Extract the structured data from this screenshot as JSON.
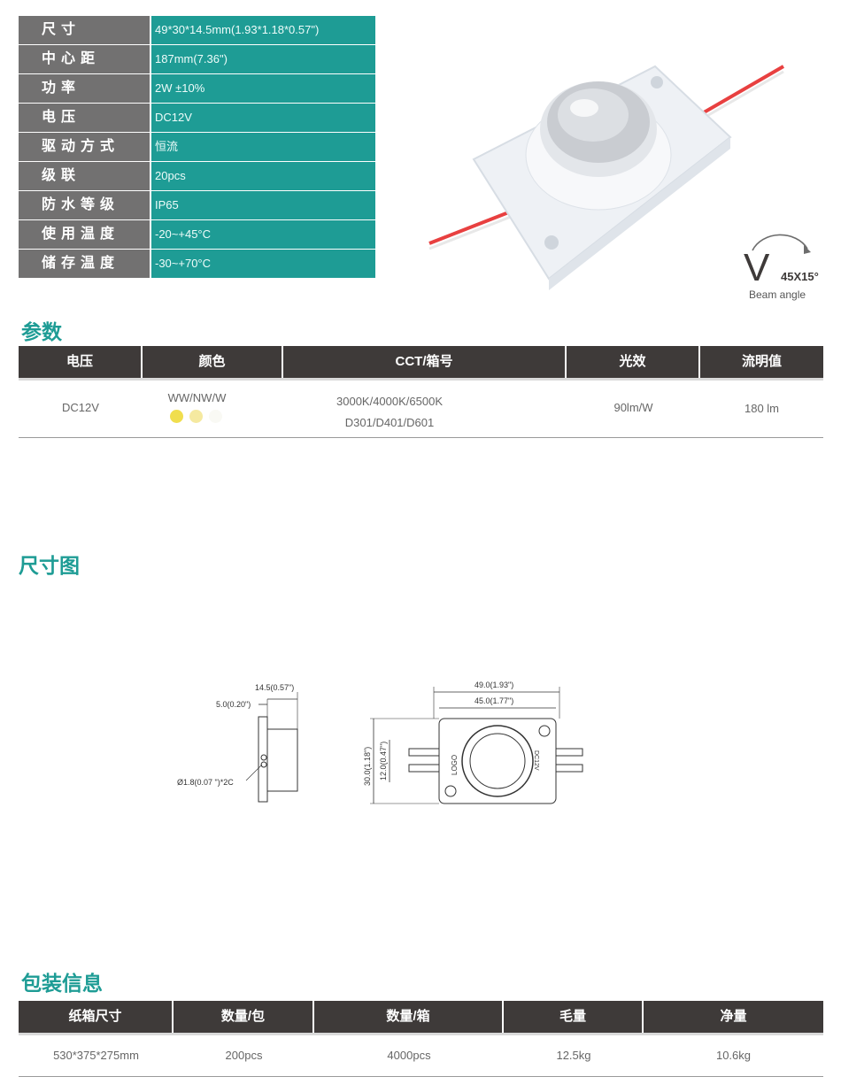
{
  "specs": [
    {
      "label": "尺寸",
      "value": "49*30*14.5mm(1.93*1.18*0.57\")"
    },
    {
      "label": "中心距",
      "value": "187mm(7.36\")"
    },
    {
      "label": "功率",
      "value": " 2W ±10%"
    },
    {
      "label": "电压",
      "value": "DC12V"
    },
    {
      "label": "驱动方式",
      "value": "恒流"
    },
    {
      "label": "级联",
      "value": "20pcs"
    },
    {
      "label": "防水等级",
      "value": "IP65"
    },
    {
      "label": "使用温度",
      "value": "-20~+45°C"
    },
    {
      "label": "储存温度",
      "value": "-30~+70°C"
    }
  ],
  "beam": {
    "symbol": "V",
    "value": "45X15°",
    "caption": "Beam angle"
  },
  "params": {
    "title": "参数",
    "headers": [
      "电压",
      "颜色",
      "CCT/箱号",
      "光效",
      "流明值"
    ],
    "row": {
      "voltage": "DC12V",
      "color": "WW/NW/W",
      "cct_line1": "3000K/4000K/6500K",
      "cct_line2": "D301/D401/D601",
      "efficacy": "90lm/W",
      "lumen": "180 lm"
    },
    "swatches": [
      "#f0de4e",
      "#f5e9a0",
      "#f9f9f4"
    ]
  },
  "dimensions": {
    "title": "尺寸图",
    "labels": {
      "depth": "14.5(0.57\")",
      "lens": "5.0(0.20\")",
      "hole": "Ø1.8(0.07  \")*2C",
      "width_outer": "49.0(1.93\")",
      "width_inner": "45.0(1.77\")",
      "height_outer": "30.0(1.18\")",
      "height_inner": "12.0(0.47\")",
      "logo": "LOGO",
      "voltage_mark": "DC12V"
    }
  },
  "packing": {
    "title": "包装信息",
    "headers": [
      "纸箱尺寸",
      "数量/包",
      "数量/箱",
      "毛量",
      "净量"
    ],
    "row": [
      "530*375*275mm",
      "200pcs",
      "4000pcs",
      "12.5kg",
      "10.6kg"
    ]
  }
}
